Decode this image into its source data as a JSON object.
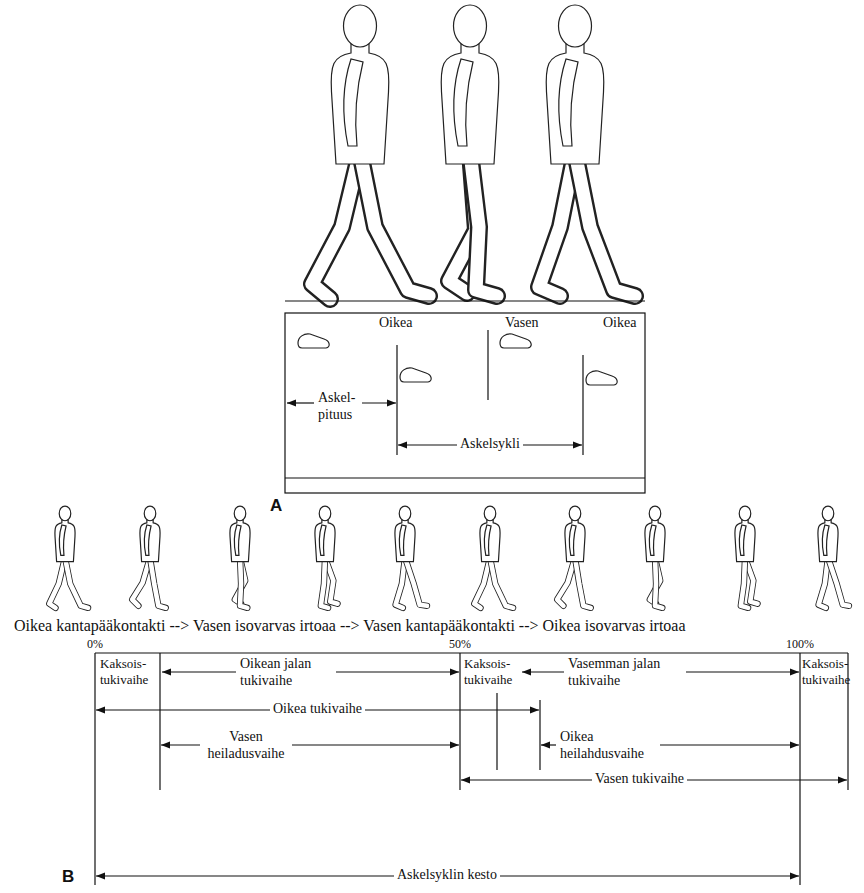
{
  "diagram": {
    "labels": [
      "Oikea",
      "Vasen",
      "Oikea",
      "Askel- pituus",
      "Askelsykli",
      "A",
      "Oikea kantapääkontakti --> Vasen isovarvas irtoaa --> Vasen kantapääkontakti --> Oikea isovarvas irtoaa",
      "0%",
      "50%",
      "100%",
      "Kaksois- tukivaihe",
      "Oikean jalan tukivaihe",
      "Kaksois- tukivaihe",
      "Vasemman jalan tukivaihe",
      "Kaksois- tukivaihe",
      "Oikea tukivaihe",
      "Oikea heilahdusvaihe",
      "Vasen heiladusvaihe",
      "Vasen tukivaihe",
      "Askelsyklin kesto",
      "B"
    ]
  }
}
